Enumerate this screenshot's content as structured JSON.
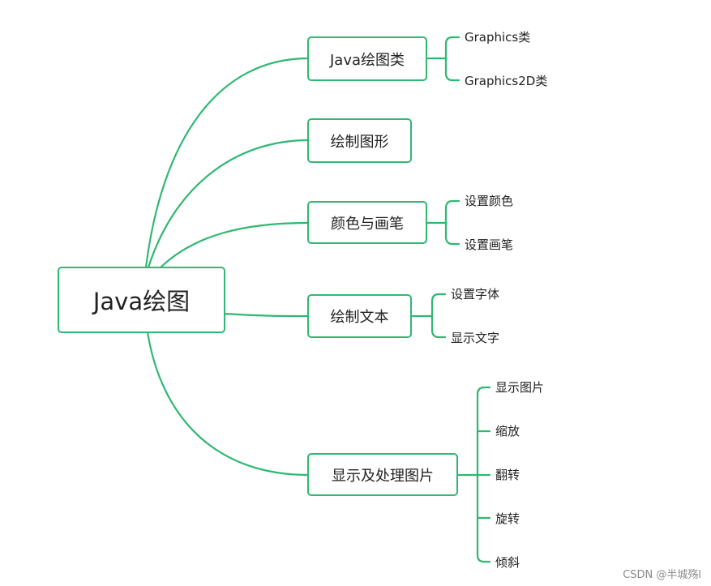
{
  "diagram": {
    "root": {
      "label": "Java绘图"
    },
    "branches": [
      {
        "label": "Java绘图类",
        "children": [
          "Graphics类",
          "Graphics2D类"
        ]
      },
      {
        "label": "绘制图形",
        "children": []
      },
      {
        "label": "颜色与画笔",
        "children": [
          "设置颜色",
          "设置画笔"
        ]
      },
      {
        "label": "绘制文本",
        "children": [
          "设置字体",
          "显示文字"
        ]
      },
      {
        "label": "显示及处理图片",
        "children": [
          "显示图片",
          "缩放",
          "翻转",
          "旋转",
          "倾斜"
        ]
      }
    ],
    "accent_color": "#2fb872"
  },
  "watermark": "CSDN @半城殇l"
}
